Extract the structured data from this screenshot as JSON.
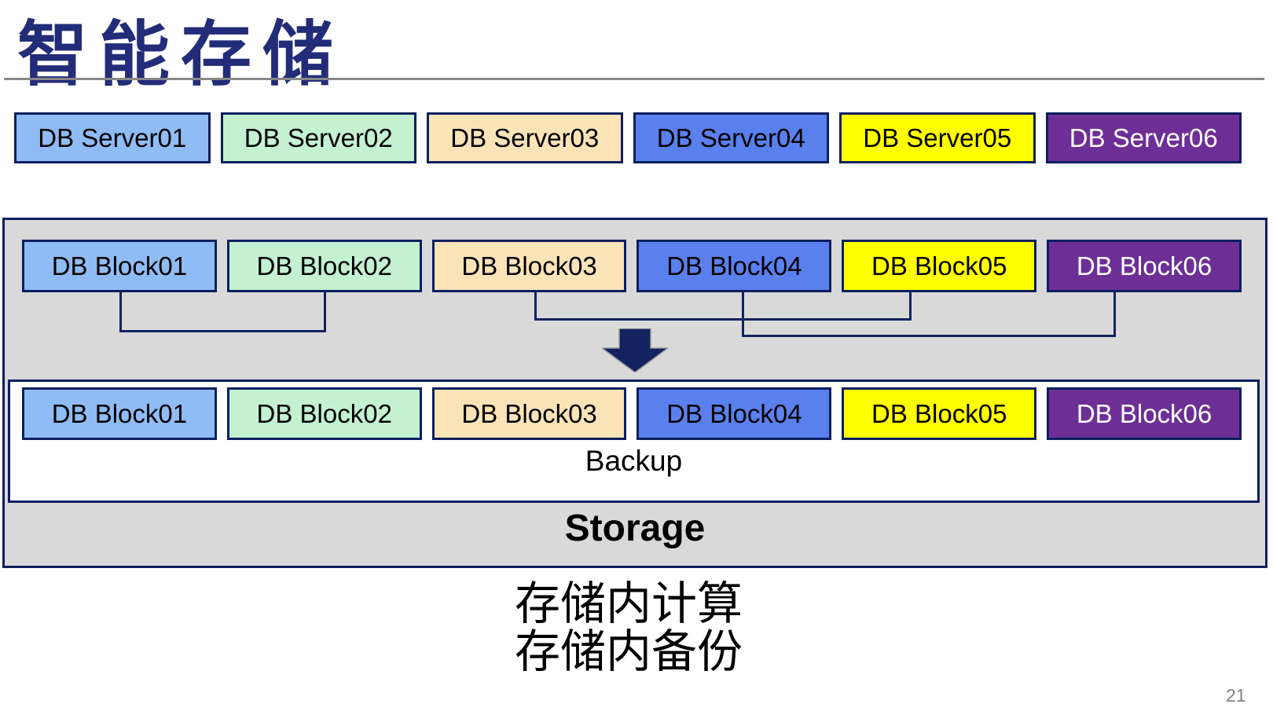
{
  "title": "智能存储",
  "page_number": "21",
  "captions": {
    "line1": "存储内计算",
    "line2": "存储内备份"
  },
  "colors": {
    "title": "#232C78",
    "separator": "#888888",
    "box_border": "#0C1F5E",
    "panel_gray": "#D9D9D9",
    "connector": "#13235F",
    "arrow": "#13235F",
    "page_number": "#808080"
  },
  "servers": [
    {
      "label": "DB Server01",
      "bg": "#8FBCF4",
      "fg": "#000000"
    },
    {
      "label": "DB Server02",
      "bg": "#C3F1D1",
      "fg": "#000000"
    },
    {
      "label": "DB Server03",
      "bg": "#FAE3B7",
      "fg": "#000000"
    },
    {
      "label": "DB Server04",
      "bg": "#5A80EE",
      "fg": "#000000"
    },
    {
      "label": "DB Server05",
      "bg": "#FFFF00",
      "fg": "#000000"
    },
    {
      "label": "DB Server06",
      "bg": "#6D2F96",
      "fg": "#FFFFFF"
    }
  ],
  "storage_panel": {
    "storage_label": "Storage",
    "backup_label": "Backup",
    "blocks_top": [
      {
        "label": "DB Block01",
        "bg": "#8FBCF4",
        "fg": "#000000"
      },
      {
        "label": "DB Block02",
        "bg": "#C3F1D1",
        "fg": "#000000"
      },
      {
        "label": "DB Block03",
        "bg": "#FAE3B7",
        "fg": "#000000"
      },
      {
        "label": "DB Block04",
        "bg": "#5A80EE",
        "fg": "#000000"
      },
      {
        "label": "DB Block05",
        "bg": "#FFFF00",
        "fg": "#000000"
      },
      {
        "label": "DB Block06",
        "bg": "#6D2F96",
        "fg": "#FFFFFF"
      }
    ],
    "blocks_bottom": [
      {
        "label": "DB Block01",
        "bg": "#8FBCF4",
        "fg": "#000000"
      },
      {
        "label": "DB Block02",
        "bg": "#C3F1D1",
        "fg": "#000000"
      },
      {
        "label": "DB Block03",
        "bg": "#FAE3B7",
        "fg": "#000000"
      },
      {
        "label": "DB Block04",
        "bg": "#5A80EE",
        "fg": "#000000"
      },
      {
        "label": "DB Block05",
        "bg": "#FFFF00",
        "fg": "#000000"
      },
      {
        "label": "DB Block06",
        "bg": "#6D2F96",
        "fg": "#FFFFFF"
      }
    ]
  }
}
